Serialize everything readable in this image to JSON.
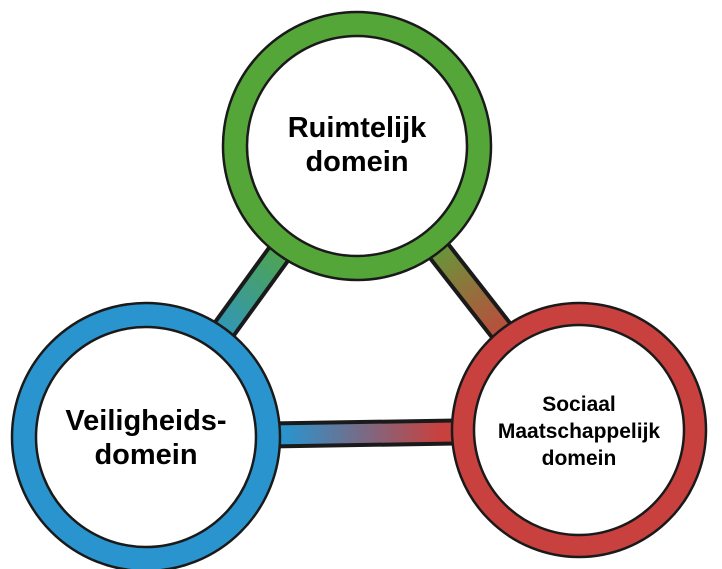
{
  "diagram": {
    "nodes": {
      "ruimtelijk": {
        "lines": [
          "Ruimtelijk",
          "domein"
        ],
        "color": "#55A639"
      },
      "veiligheids": {
        "lines": [
          "Veiligheids-",
          "domein"
        ],
        "color": "#2A94CE"
      },
      "sociaal": {
        "lines": [
          "Sociaal",
          "Maatschappelijk",
          "domein"
        ],
        "color": "#C8413E"
      }
    },
    "connectors": [
      {
        "from": "ruimtelijk",
        "to": "veiligheids"
      },
      {
        "from": "ruimtelijk",
        "to": "sociaal"
      },
      {
        "from": "veiligheids",
        "to": "sociaal"
      }
    ],
    "colors": {
      "outline": "#1a1a1a",
      "text": "#000000",
      "background": "#ffffff",
      "circle_fill": "#ffffff"
    }
  }
}
